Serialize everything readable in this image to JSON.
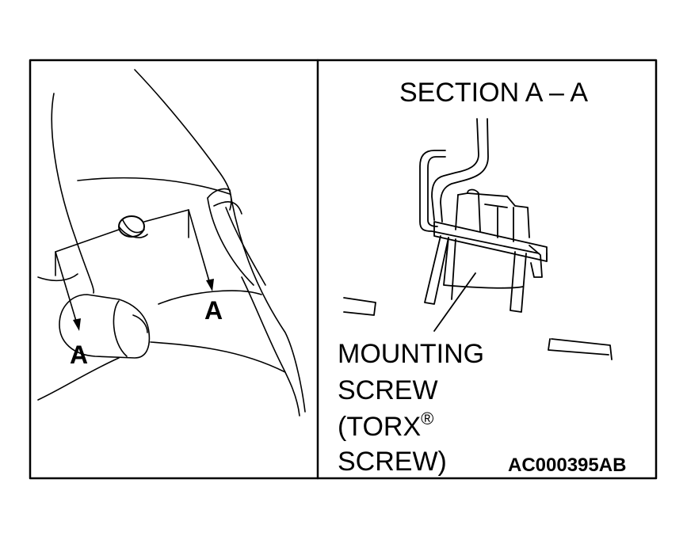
{
  "figure": {
    "left_panel": {
      "label_a_left": "A",
      "label_a_right": "A"
    },
    "right_panel": {
      "section_title": "SECTION A – A",
      "label_line1": "MOUNTING",
      "label_line2": "SCREW",
      "label_line3_prefix": "(TORX",
      "label_line3_mark": "®",
      "label_line4": "SCREW)"
    },
    "figure_code": "AC000395AB",
    "colors": {
      "ink": "#000000",
      "paper": "#ffffff"
    }
  }
}
